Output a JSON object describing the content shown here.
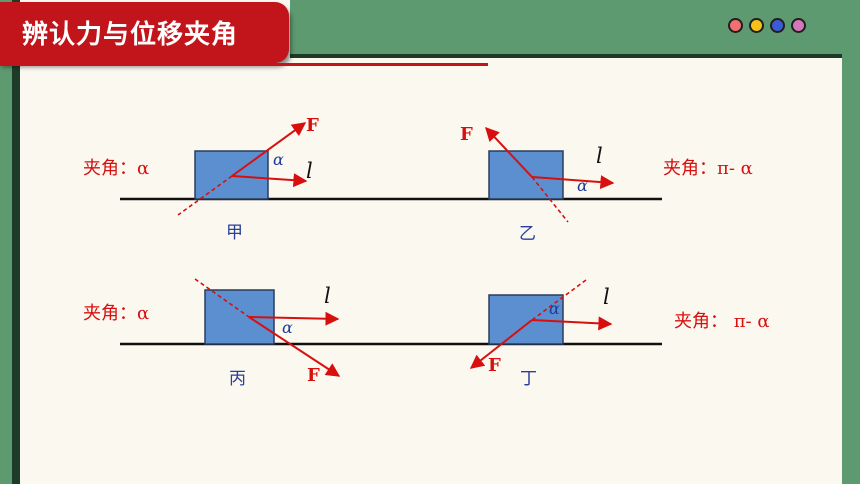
{
  "title": "辨认力与位移夹角",
  "dots": [
    {
      "color": "#f36f6f",
      "name": "dot-red-icon"
    },
    {
      "color": "#f5c21b",
      "name": "dot-yellow-icon"
    },
    {
      "color": "#3b5bd6",
      "name": "dot-blue-icon"
    },
    {
      "color": "#d477b8",
      "name": "dot-pink-icon"
    }
  ],
  "cases": {
    "jia": {
      "caption": "甲",
      "angle": "夹角：α",
      "force": "F",
      "disp": "l",
      "alpha": "α"
    },
    "yi": {
      "caption": "乙",
      "angle": "夹角：π- α",
      "force": "F",
      "disp": "l",
      "alpha": "α"
    },
    "bing": {
      "caption": "丙",
      "angle": "夹角：α",
      "force": "F",
      "disp": "l",
      "alpha": "α"
    },
    "ding": {
      "caption": "丁",
      "angle": "夹角： π- α",
      "force": "F",
      "disp": "l",
      "alpha": "α"
    }
  },
  "colors": {
    "title_bg": "#c1151b",
    "block": "#5b8fcf",
    "force": "#d80f0f",
    "ground": "#111111"
  }
}
